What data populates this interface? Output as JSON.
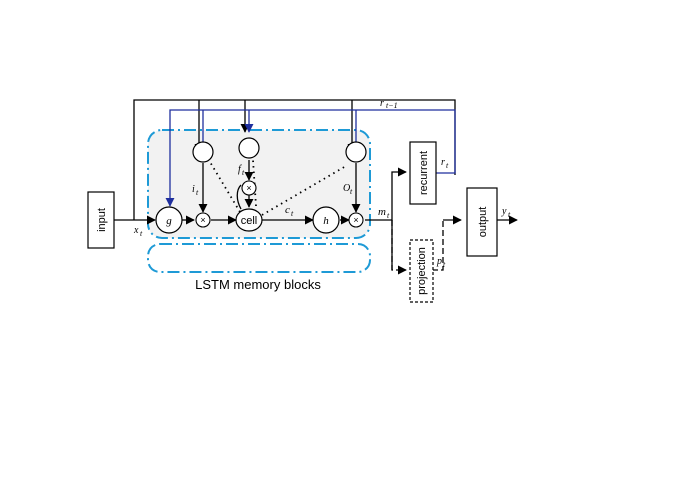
{
  "blocks": {
    "input": "input",
    "recurrent": "recurrent",
    "projection": "projection",
    "output": "output",
    "memory_caption": "LSTM memory blocks"
  },
  "nodes": {
    "g": "g",
    "cell": "cell",
    "h": "h",
    "mult": "×"
  },
  "signals": {
    "x": "x",
    "x_sub": "t",
    "i": "i",
    "i_sub": "t",
    "f": "f",
    "f_sub": "t",
    "o": "O",
    "o_sub": "t",
    "c": "c",
    "c_sub": "t",
    "m": "m",
    "m_sub": "t",
    "r": "r",
    "r_sub": "t",
    "r_prev": "r",
    "r_prev_sub": "t−1",
    "p": "p",
    "p_sub": "t",
    "y": "y",
    "y_sub": "t"
  },
  "colors": {
    "blue_line": "#1f2f9e",
    "dashdot_box": "#1e9ad6",
    "block_fill": "#f2f2f2"
  }
}
